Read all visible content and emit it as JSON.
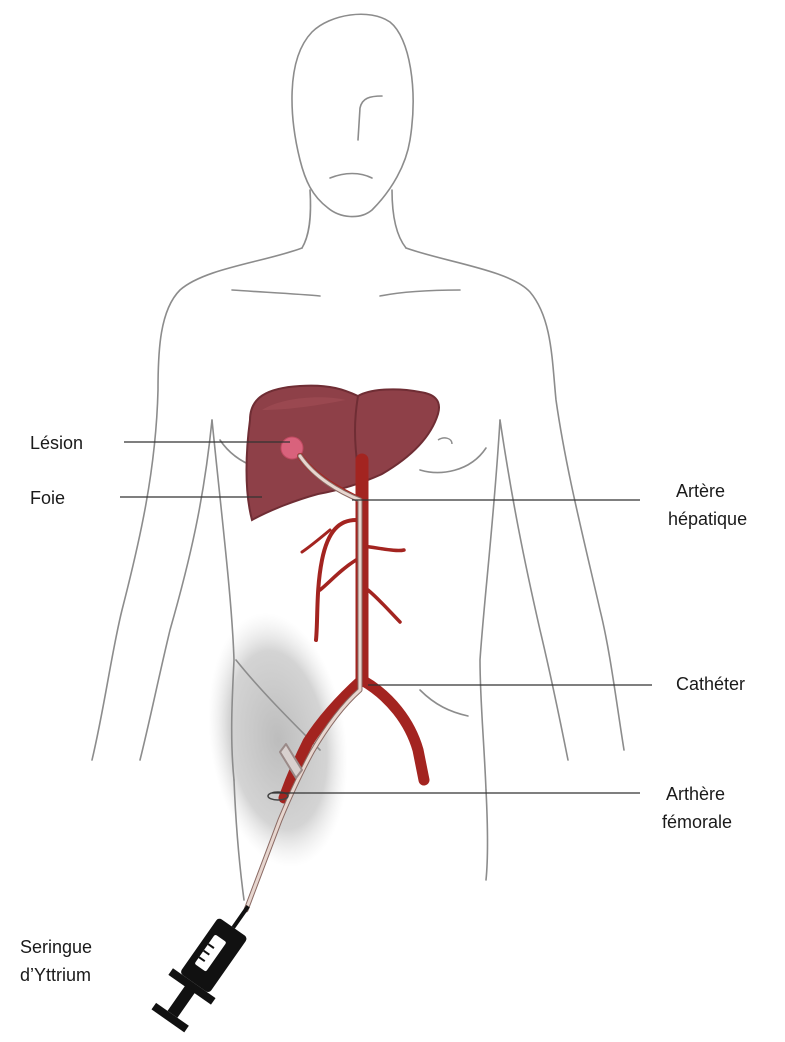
{
  "labels": {
    "lesion": "Lésion",
    "foie": "Foie",
    "artere_hepatique": [
      "Artère",
      "hépatique"
    ],
    "catheter": "Cathéter",
    "arthere_femorale": [
      "Arthère",
      "fémorale"
    ],
    "seringue": [
      "Seringue",
      "d’Yttrium"
    ]
  },
  "colors": {
    "body_outline": "#8c8c8c",
    "liver": "#8e4048",
    "liver_dark": "#6f2d34",
    "artery": "#a32420",
    "catheter": "#e7d6cf",
    "lesion": "#d9627c",
    "leader_line": "#333333",
    "syringe": "#111111",
    "shadow": "#d0d0d0"
  }
}
